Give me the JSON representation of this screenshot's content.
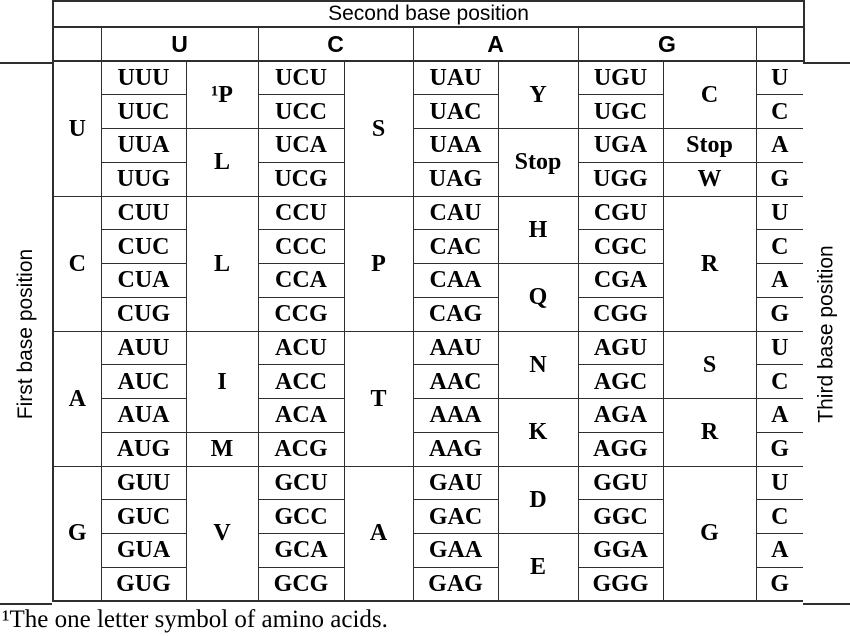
{
  "title": "Second base position",
  "left_axis_label": "First base position",
  "right_axis_label": "Third base position",
  "second_base_headers": [
    "U",
    "C",
    "A",
    "G"
  ],
  "third_base_letters": [
    "U",
    "C",
    "A",
    "G"
  ],
  "footnote": "¹The one letter symbol of amino acids.",
  "colors": {
    "border": "#2e2e2e",
    "text": "#000000",
    "background": "#ffffff"
  },
  "table": {
    "groups": [
      {
        "first_base": "U",
        "columns": [
          {
            "codons": [
              "UUU",
              "UUC",
              "UUA",
              "UUG"
            ],
            "amino": [
              {
                "label": "¹P",
                "span": 2
              },
              {
                "label": "L",
                "span": 2
              }
            ]
          },
          {
            "codons": [
              "UCU",
              "UCC",
              "UCA",
              "UCG"
            ],
            "amino": [
              {
                "label": "S",
                "span": 4
              }
            ]
          },
          {
            "codons": [
              "UAU",
              "UAC",
              "UAA",
              "UAG"
            ],
            "amino": [
              {
                "label": "Y",
                "span": 2
              },
              {
                "label": "Stop",
                "span": 2
              }
            ]
          },
          {
            "codons": [
              "UGU",
              "UGC",
              "UGA",
              "UGG"
            ],
            "amino": [
              {
                "label": "C",
                "span": 2
              },
              {
                "label": "Stop",
                "span": 1
              },
              {
                "label": "W",
                "span": 1
              }
            ]
          }
        ]
      },
      {
        "first_base": "C",
        "columns": [
          {
            "codons": [
              "CUU",
              "CUC",
              "CUA",
              "CUG"
            ],
            "amino": [
              {
                "label": "L",
                "span": 4
              }
            ]
          },
          {
            "codons": [
              "CCU",
              "CCC",
              "CCA",
              "CCG"
            ],
            "amino": [
              {
                "label": "P",
                "span": 4
              }
            ]
          },
          {
            "codons": [
              "CAU",
              "CAC",
              "CAA",
              "CAG"
            ],
            "amino": [
              {
                "label": "H",
                "span": 2
              },
              {
                "label": "Q",
                "span": 2
              }
            ]
          },
          {
            "codons": [
              "CGU",
              "CGC",
              "CGA",
              "CGG"
            ],
            "amino": [
              {
                "label": "R",
                "span": 4
              }
            ]
          }
        ]
      },
      {
        "first_base": "A",
        "columns": [
          {
            "codons": [
              "AUU",
              "AUC",
              "AUA",
              "AUG"
            ],
            "amino": [
              {
                "label": "I",
                "span": 3
              },
              {
                "label": "M",
                "span": 1
              }
            ]
          },
          {
            "codons": [
              "ACU",
              "ACC",
              "ACA",
              "ACG"
            ],
            "amino": [
              {
                "label": "T",
                "span": 4
              }
            ]
          },
          {
            "codons": [
              "AAU",
              "AAC",
              "AAA",
              "AAG"
            ],
            "amino": [
              {
                "label": "N",
                "span": 2
              },
              {
                "label": "K",
                "span": 2
              }
            ]
          },
          {
            "codons": [
              "AGU",
              "AGC",
              "AGA",
              "AGG"
            ],
            "amino": [
              {
                "label": "S",
                "span": 2
              },
              {
                "label": "R",
                "span": 2
              }
            ]
          }
        ]
      },
      {
        "first_base": "G",
        "columns": [
          {
            "codons": [
              "GUU",
              "GUC",
              "GUA",
              "GUG"
            ],
            "amino": [
              {
                "label": "V",
                "span": 4
              }
            ]
          },
          {
            "codons": [
              "GCU",
              "GCC",
              "GCA",
              "GCG"
            ],
            "amino": [
              {
                "label": "A",
                "span": 4
              }
            ]
          },
          {
            "codons": [
              "GAU",
              "GAC",
              "GAA",
              "GAG"
            ],
            "amino": [
              {
                "label": "D",
                "span": 2
              },
              {
                "label": "E",
                "span": 2
              }
            ]
          },
          {
            "codons": [
              "GGU",
              "GGC",
              "GGA",
              "GGG"
            ],
            "amino": [
              {
                "label": "G",
                "span": 4
              }
            ]
          }
        ]
      }
    ]
  }
}
